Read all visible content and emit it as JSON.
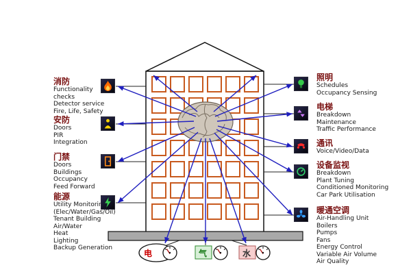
{
  "colors": {
    "title": "#7a1212",
    "arrow": "#1f1fbf",
    "window-border": "#c85a1e",
    "electric": "#cc0000",
    "gas": "#1e7d1e",
    "water": "#333333"
  },
  "diagram": {
    "left_sections": [
      {
        "title": "消防",
        "items": [
          "Functionality",
          "checks",
          "Detector service",
          "Fire, Life, Safety"
        ]
      },
      {
        "title": "安防",
        "items": [
          "Doors",
          "PIR",
          "Integration"
        ]
      },
      {
        "title": "门禁",
        "items": [
          "Doors",
          "Buildings",
          "Occupancy",
          "Feed Forward"
        ]
      },
      {
        "title": "能源",
        "items": [
          "Utility Monitoring",
          "(Elec/Water/Gas/Oil)",
          "Tenant Building",
          "Air/Water",
          "Heat",
          "Lighting",
          "Backup Generation"
        ]
      }
    ],
    "right_sections": [
      {
        "title": "照明",
        "items": [
          "Schedules",
          "Occupancy Sensing"
        ]
      },
      {
        "title": "电梯",
        "items": [
          "Breakdown",
          "Maintenance",
          "Traffic Performance"
        ]
      },
      {
        "title": "通讯",
        "items": [
          "Voice/Video/Data"
        ]
      },
      {
        "title": "设备监视",
        "items": [
          "Breakdown",
          "Plant Tuning",
          "Conditioned Monitoring",
          "Car Park Utilisation"
        ]
      },
      {
        "title": "暖通空调",
        "items": [
          "Air-Handling Unit",
          "Boilers",
          "Pumps",
          "Fans",
          "Energy Control",
          "Variable Air Volume",
          "Air Quality"
        ]
      }
    ],
    "meters": [
      {
        "label": "电"
      },
      {
        "label": "气"
      },
      {
        "label": "水"
      }
    ]
  }
}
